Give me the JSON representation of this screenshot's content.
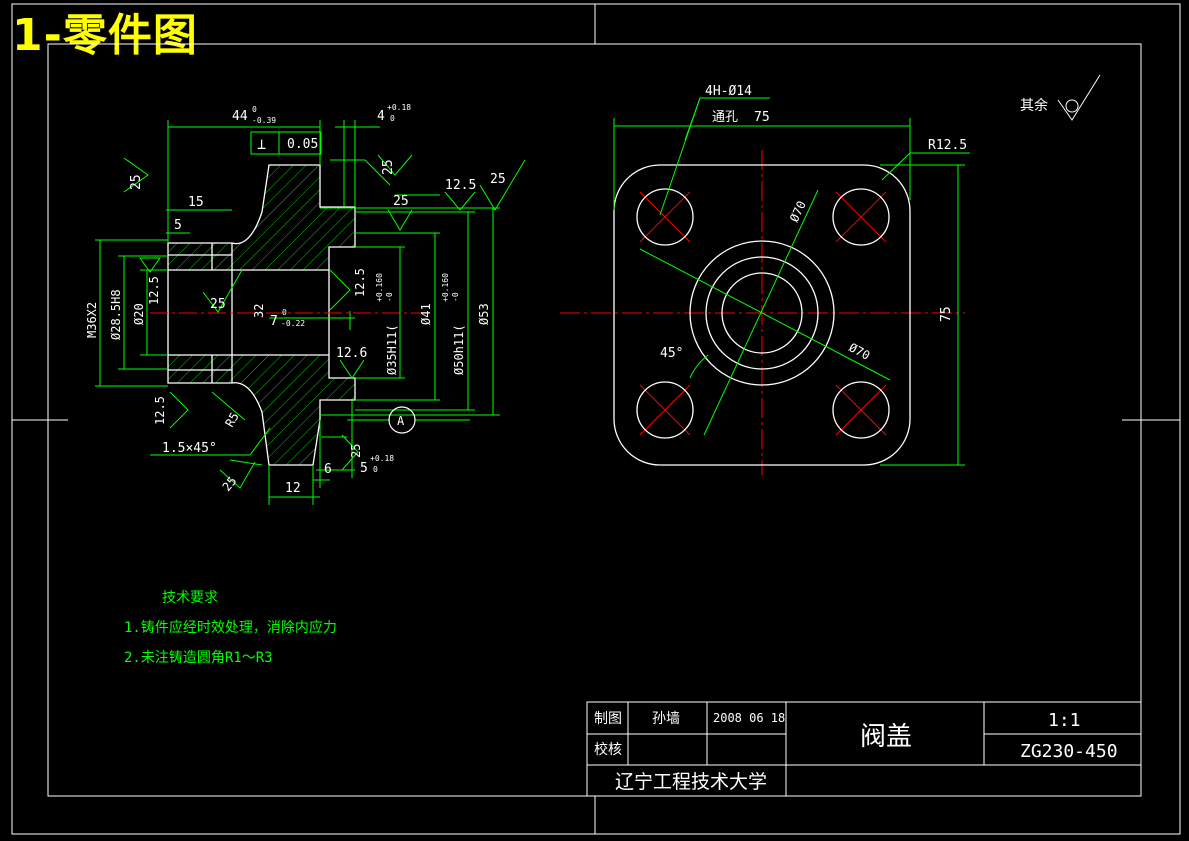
{
  "slide_title": "1-零件图",
  "colors": {
    "outline": "#ffffff",
    "dimension": "#00ff00",
    "center": "#ff0000",
    "title": "#ffff00"
  },
  "section_view": {
    "dim_44": "44",
    "dim_44_tol_upper": "0",
    "dim_44_tol_lower": "-0.39",
    "dim_4": "4",
    "dim_4_tol_upper": "+0.18",
    "dim_4_tol_lower": "0",
    "perp_symbol": "⊥",
    "perp_value": "0.05",
    "dim_15": "15",
    "dim_5": "5",
    "rough_25_left": "25",
    "rough_25_top": "25",
    "rough_25_mid": "25",
    "rough_12_5_top": "12.5",
    "rough_25_top_right": "25",
    "thread": "M36X2",
    "dia_28_5": "Ø28.5H8",
    "dia_20": "Ø20",
    "rough_12_5_bore": "12.5",
    "rough_25_bore": "25",
    "dim_32": "32",
    "dim_7": "7",
    "dim_7_tol_upper": "0",
    "dim_7_tol_lower": "-0.22",
    "rough_12_5_inner": "12.5",
    "dia_35": "Ø35H11(",
    "dia_35_tol_upper": "+0.160",
    "dia_35_tol_lower": "-0",
    "dia_41": "Ø41",
    "dia_50": "Ø50h11(",
    "dia_50_tol_upper": "+0.160",
    "dia_50_tol_lower": "-0",
    "dia_53": "Ø53",
    "rough_12_6": "12.6",
    "datum_a": "A",
    "rough_12_5_left": "12.5",
    "radius_r5": "R5",
    "chamfer": "1.5×45°",
    "rough_25_bottom_left": "25",
    "dim_12": "12",
    "dim_6": "6",
    "rough_25_bottom": "25",
    "dim_5_b": "5",
    "dim_5_b_tol_upper": "+0.18",
    "dim_5_b_tol_lower": "0"
  },
  "plan_view": {
    "holes": "4H-Ø14",
    "through": "通孔",
    "dim_75_top": "75",
    "radius": "R12.5",
    "dia_70_a": "Ø70",
    "dia_70_b": "Ø70",
    "angle": "45°",
    "dim_75_side": "75"
  },
  "surface_note": {
    "label": "其余"
  },
  "notes": {
    "title": "技术要求",
    "line1": "1.铸件应经时效处理，消除内应力",
    "line2": "2.未注铸造圆角R1～R3"
  },
  "title_block": {
    "drawn_label": "制图",
    "drawn_name": "孙墙",
    "date": "2008 06 18",
    "check_label": "校核",
    "part_name": "阀盖",
    "scale": "1:1",
    "material": "ZG230-450",
    "school": "辽宁工程技术大学"
  }
}
